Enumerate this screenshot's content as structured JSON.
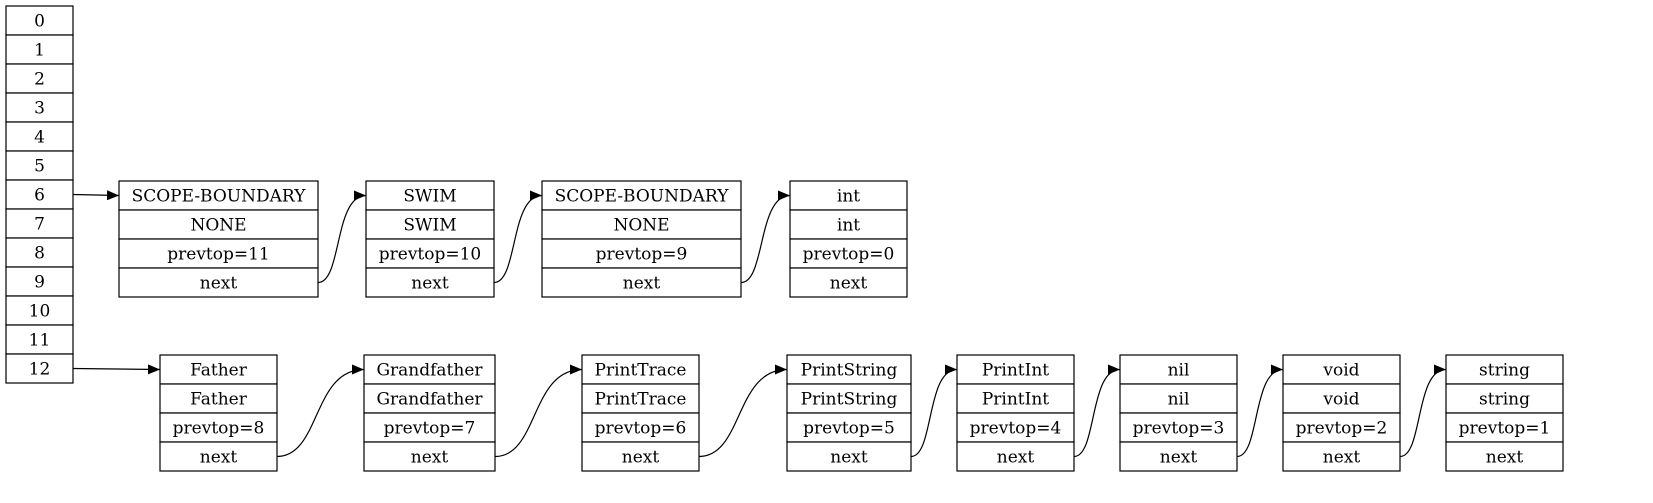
{
  "stack": [
    "0",
    "1",
    "2",
    "3",
    "4",
    "5",
    "6",
    "7",
    "8",
    "9",
    "10",
    "11",
    "12"
  ],
  "chains": [
    {
      "from_index": 6,
      "nodes": [
        {
          "key": "SCOPE-BOUNDARY",
          "value": "NONE",
          "prevtop": "prevtop=11",
          "next": "next"
        },
        {
          "key": "SWIM",
          "value": "SWIM",
          "prevtop": "prevtop=10",
          "next": "next"
        },
        {
          "key": "SCOPE-BOUNDARY",
          "value": "NONE",
          "prevtop": "prevtop=9",
          "next": "next"
        },
        {
          "key": "int",
          "value": "int",
          "prevtop": "prevtop=0",
          "next": "next"
        }
      ]
    },
    {
      "from_index": 12,
      "nodes": [
        {
          "key": "Father",
          "value": "Father",
          "prevtop": "prevtop=8",
          "next": "next"
        },
        {
          "key": "Grandfather",
          "value": "Grandfather",
          "prevtop": "prevtop=7",
          "next": "next"
        },
        {
          "key": "PrintTrace",
          "value": "PrintTrace",
          "prevtop": "prevtop=6",
          "next": "next"
        },
        {
          "key": "PrintString",
          "value": "PrintString",
          "prevtop": "prevtop=5",
          "next": "next"
        },
        {
          "key": "PrintInt",
          "value": "PrintInt",
          "prevtop": "prevtop=4",
          "next": "next"
        },
        {
          "key": "nil",
          "value": "nil",
          "prevtop": "prevtop=3",
          "next": "next"
        },
        {
          "key": "void",
          "value": "void",
          "prevtop": "prevtop=2",
          "next": "next"
        },
        {
          "key": "string",
          "value": "string",
          "prevtop": "prevtop=1",
          "next": "next"
        }
      ]
    }
  ]
}
